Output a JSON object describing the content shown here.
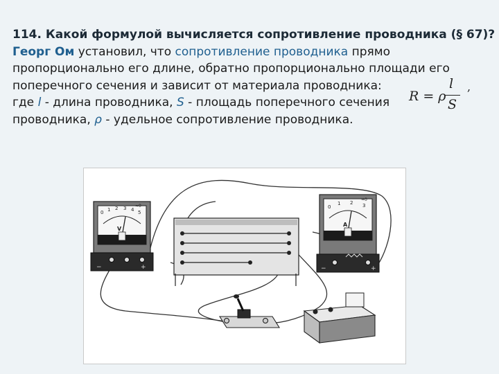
{
  "text": {
    "title": "114. Какой формулой вычисляется сопротивление проводника (§ 67)?",
    "l2_name": "Георг Ом",
    "l2_a": " установил, что ",
    "l2_b": "сопротивление проводника",
    "l2_c": " прямо",
    "l3": "пропорционально его длине, обратно пропорционально площади его",
    "l4": "поперечного сечения и зависит от материала проводника:",
    "l5_a": "где ",
    "l5_l": "l",
    "l5_b": " - длина проводника, ",
    "l5_s": "S",
    "l5_c": " - площадь поперечного сечения",
    "l6_a": "проводника,  ",
    "l6_rho": "ρ",
    "l6_b": " - удельное сопротивление проводника."
  },
  "formula": {
    "lhs": "R = ρ",
    "numerator": "l",
    "denominator": "S",
    "trail": ","
  },
  "figure": {
    "voltmeter": {
      "scale": [
        "0",
        "1",
        "2",
        "3",
        "4",
        "5"
      ],
      "range": "≈0",
      "unit": "V",
      "minus": "−",
      "plus": "+"
    },
    "ammeter": {
      "scale": [
        "0",
        "1",
        "2",
        "3"
      ],
      "range": "≈0",
      "unit": "A",
      "minus": "−",
      "plus": "+"
    }
  },
  "colors": {
    "background": "#eef3f6",
    "accent": "#1f5f8f",
    "title": "#1c2a36",
    "text": "#1a1a1a"
  }
}
